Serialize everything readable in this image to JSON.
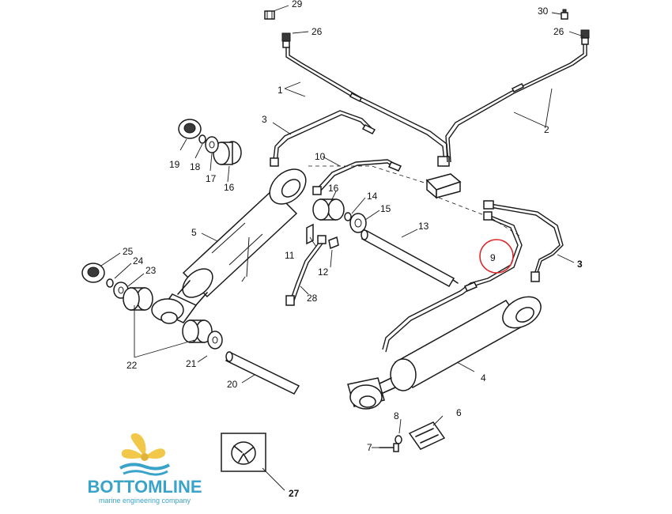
{
  "labels": {
    "l1": "1",
    "l2": "2",
    "l3a": "3",
    "l3b": "3",
    "l4": "4",
    "l5": "5",
    "l6": "6",
    "l7": "7",
    "l8": "8",
    "l9": "9",
    "l10": "10",
    "l11": "11",
    "l12": "12",
    "l13": "13",
    "l14": "14",
    "l15": "15",
    "l16a": "16",
    "l16b": "16",
    "l17": "17",
    "l18": "18",
    "l19": "19",
    "l20": "20",
    "l21": "21",
    "l22": "22",
    "l23": "23",
    "l24": "24",
    "l25": "25",
    "l26a": "26",
    "l26b": "26",
    "l27": "27",
    "l28": "28",
    "l29": "29",
    "l30": "30"
  },
  "logo": {
    "name": "BOTTOMLINE",
    "tagline": "marine engineering company",
    "colors": {
      "propeller": "#f2c84b",
      "water": "#3aa3c9",
      "text": "#3aa3c9"
    }
  },
  "highlight": {
    "part": "9",
    "color": "#e0282a"
  }
}
